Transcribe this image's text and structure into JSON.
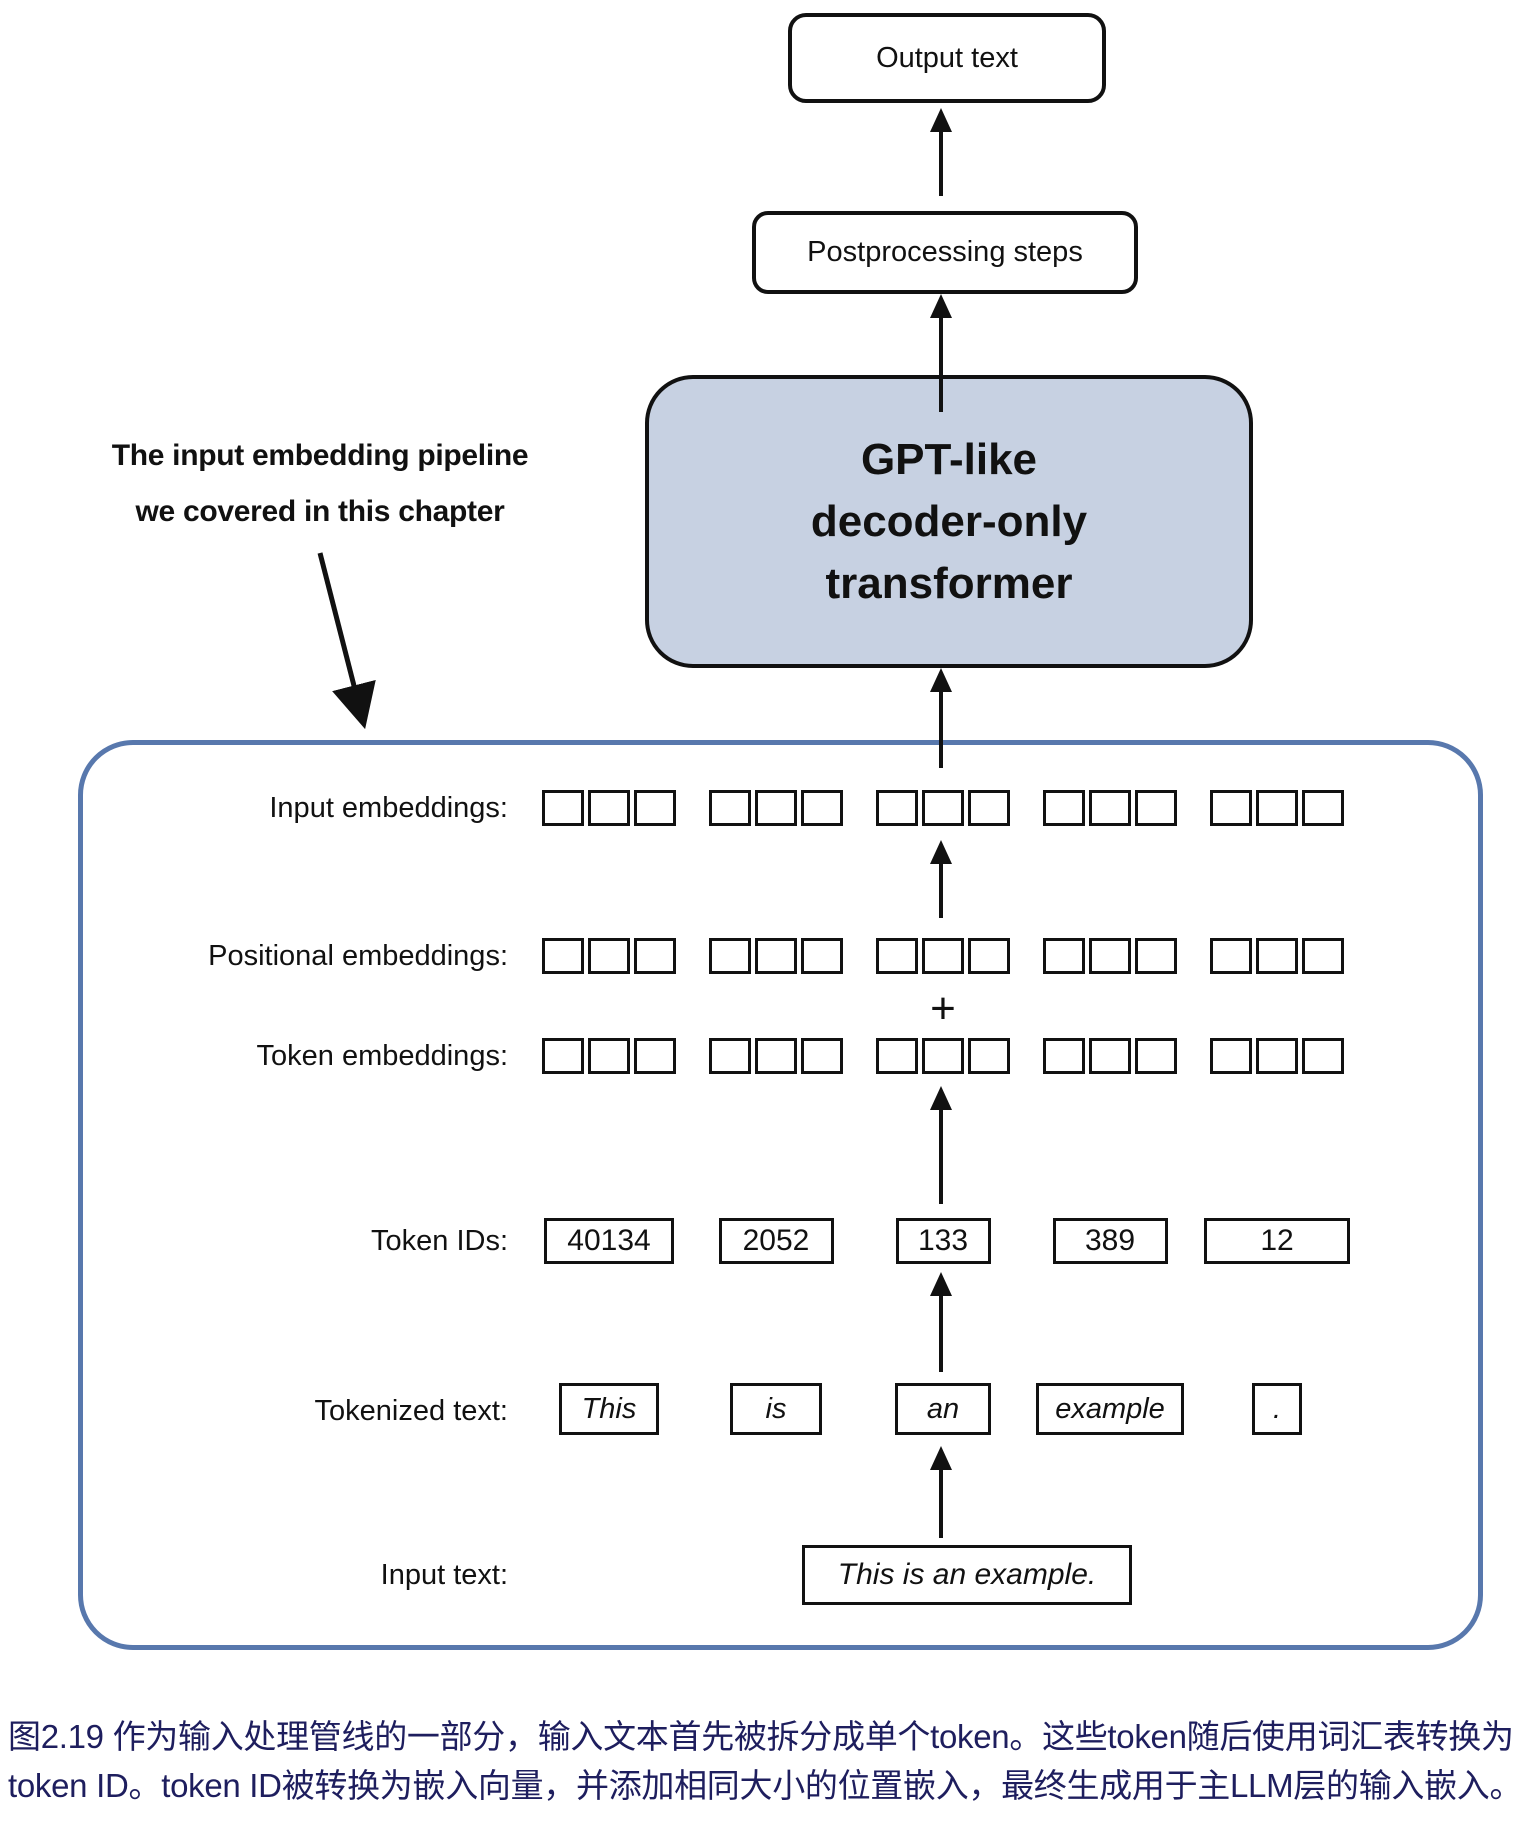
{
  "flow": {
    "output_box": "Output text",
    "postprocessing_box": "Postprocessing steps",
    "gpt_box_lines": [
      "GPT-like",
      "decoder-only",
      "transformer"
    ]
  },
  "annotation": {
    "line1": "The input embedding pipeline",
    "line2": "we covered in this chapter"
  },
  "pipeline": {
    "labels": {
      "input_embeddings": "Input embeddings:",
      "positional_embeddings": "Positional embeddings:",
      "token_embeddings": "Token embeddings:",
      "token_ids": "Token IDs:",
      "tokenized_text": "Tokenized text:",
      "input_text": "Input text:"
    },
    "plus_sign": "+",
    "embedding_row_ids": [
      "input",
      "positional",
      "token"
    ],
    "groups_per_row": 5,
    "cells_per_group": 3,
    "token_ids": [
      "40134",
      "2052",
      "133",
      "389",
      "12"
    ],
    "tokens": [
      "This",
      "is",
      "an",
      "example",
      "."
    ],
    "input_text": "This is an example."
  },
  "caption": {
    "line1": "图2.19 作为输入处理管线的一部分，输入文本首先被拆分成单个token。这些token随后使用词汇表转换为",
    "line2": "token ID。token ID被转换为嵌入向量，并添加相同大小的位置嵌入，最终生成用于主LLM层的输入嵌入。"
  },
  "colors": {
    "gpt_box_fill": "#c7d1e2",
    "container_border": "#5878ad",
    "caption_text": "#1e1e5e",
    "line_color": "#111111"
  }
}
